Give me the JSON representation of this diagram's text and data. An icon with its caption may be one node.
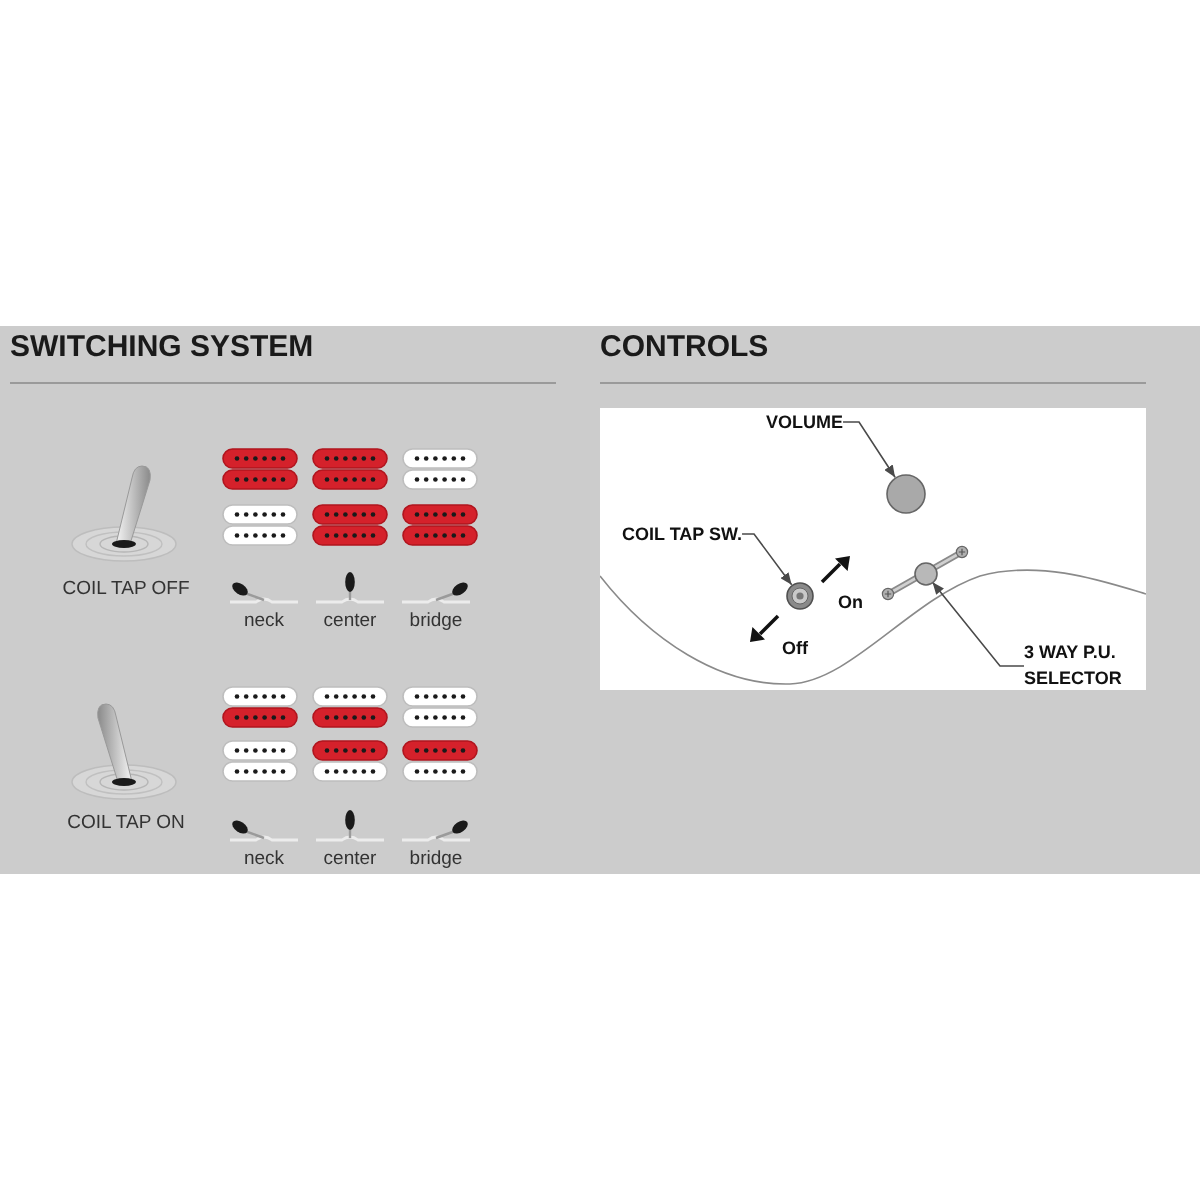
{
  "diagram": {
    "nodes": [
      {
        "text": [
          "VOLUME"
        ]
      },
      {
        "text": [],
        "shape": "circle"
      },
      {
        "text": [
          "COIL TAP SW."
        ]
      },
      {
        "text": [],
        "shape": "circle"
      },
      {
        "text": [
          "3 WAY P.U. SELECTOR"
        ]
      },
      {
        "text": [],
        "shape": "circle"
      }
    ],
    "edges": [
      {
        "from": 0,
        "to": 1,
        "arrow": "to"
      },
      {
        "from": 2,
        "to": 3,
        "arrow": "to"
      },
      {
        "from": 4,
        "to": 5,
        "arrow": "to"
      }
    ],
    "labels": [
      "SWITCHING SYSTEM",
      "CONTROLS",
      "COIL TAP OFF",
      "neck",
      "center",
      "bridge",
      "On",
      "Off",
      "COIL TAP ON",
      "neck",
      "center",
      "bridge"
    ]
  }
}
